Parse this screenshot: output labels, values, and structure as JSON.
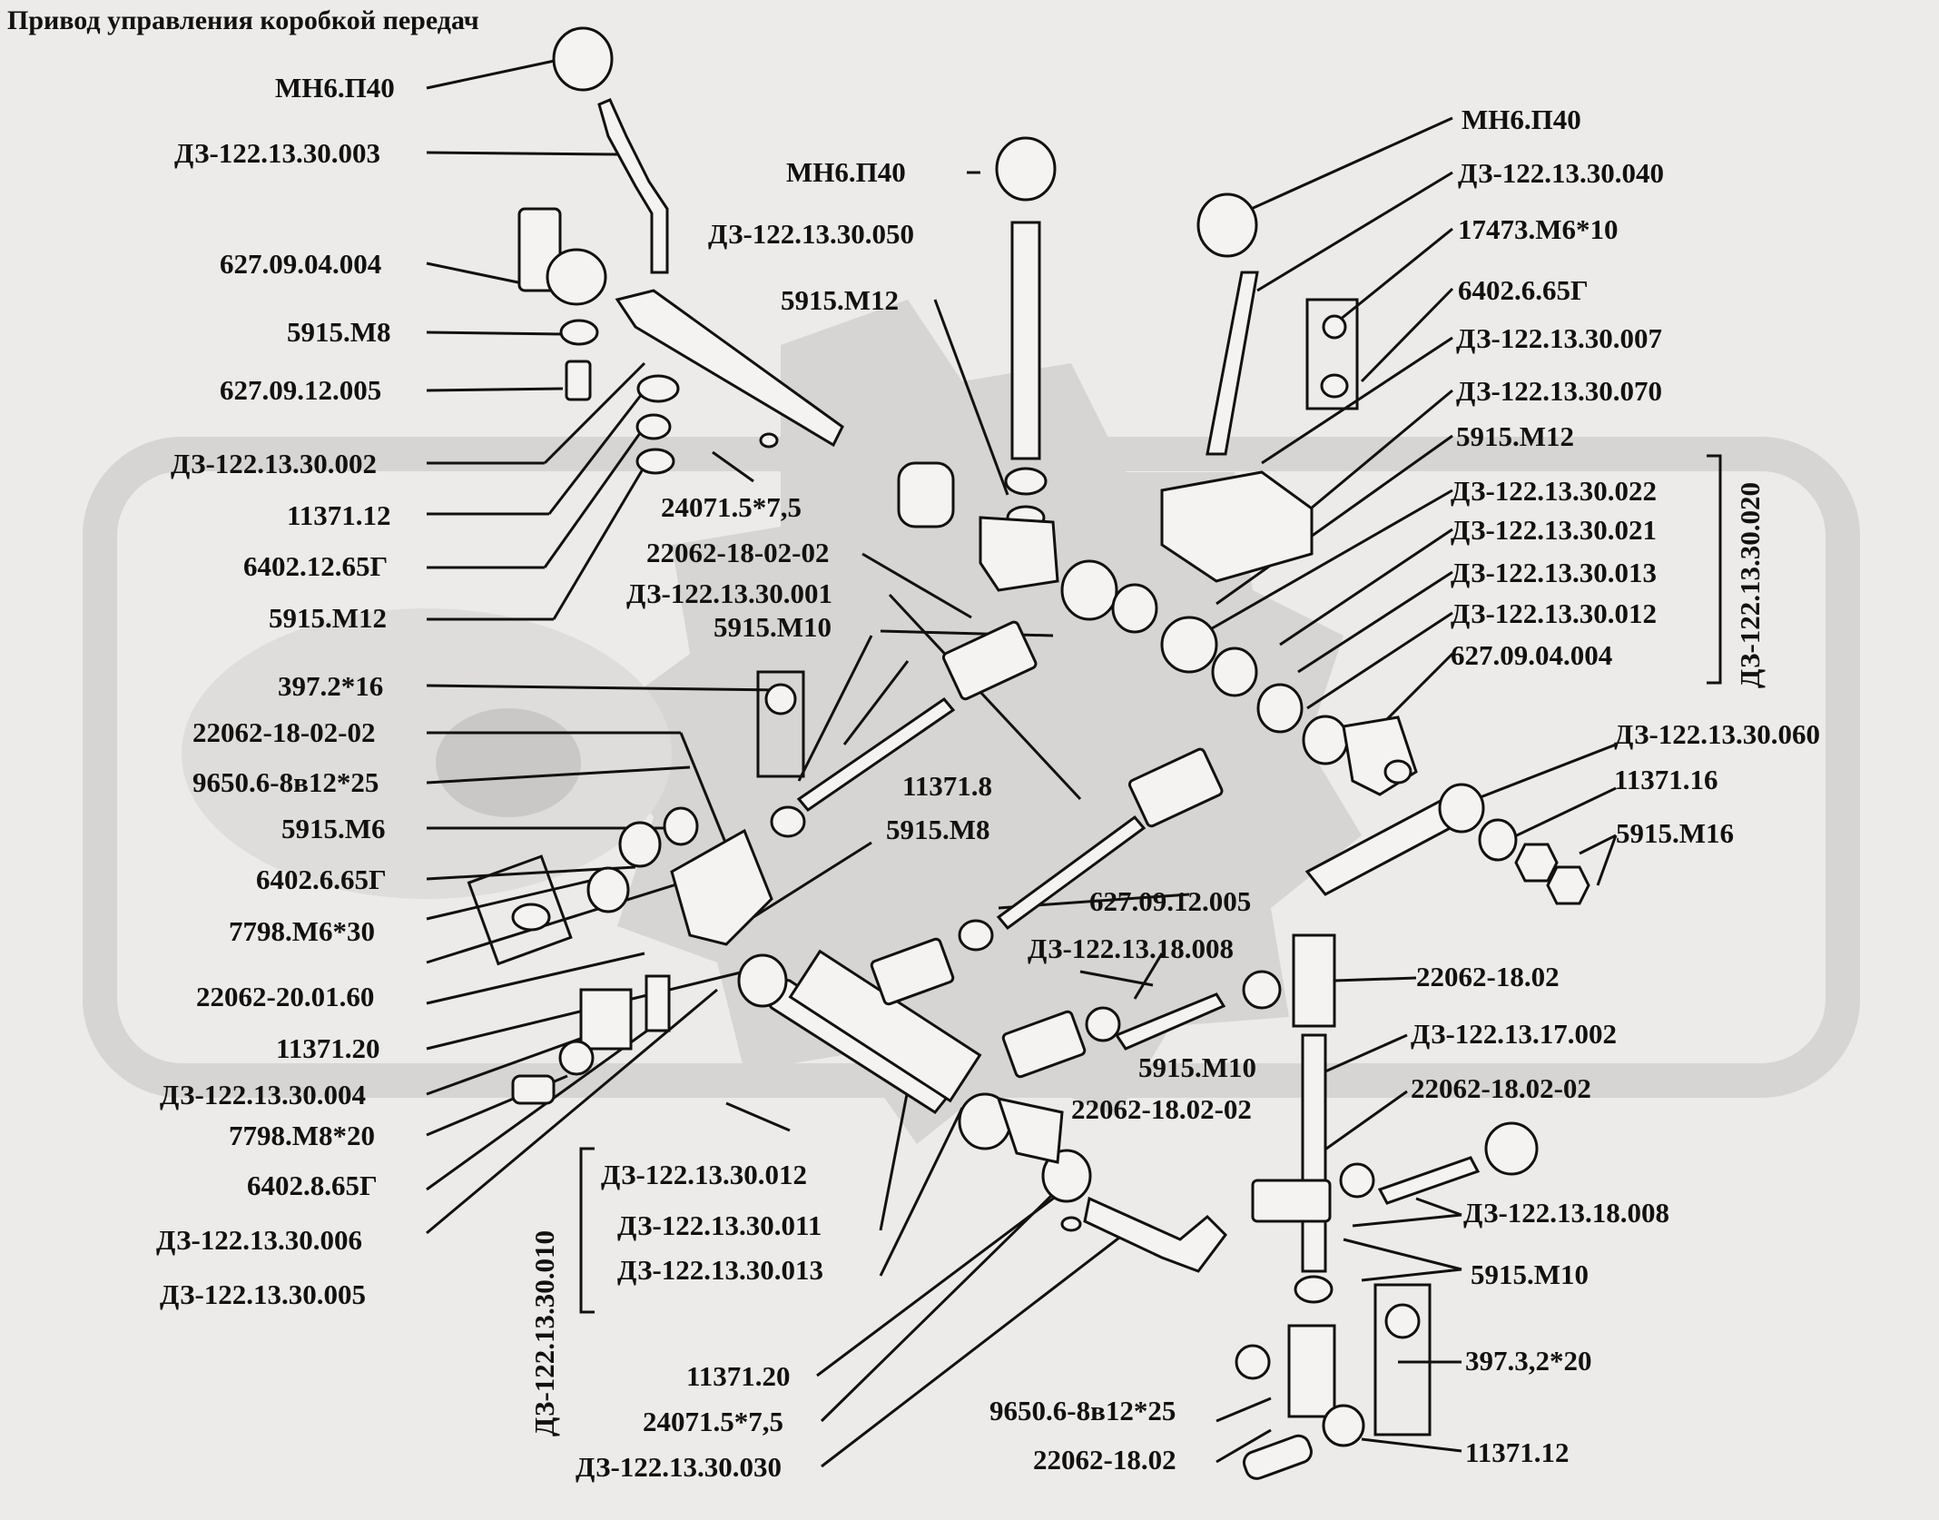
{
  "title": "Привод управления коробкой передач",
  "labels": {
    "l01": "МН6.П40",
    "l02": "ДЗ-122.13.30.003",
    "l03": "627.09.04.004",
    "l04": "5915.М8",
    "l05": "627.09.12.005",
    "l06": "ДЗ-122.13.30.002",
    "l07": "11371.12",
    "l08": "6402.12.65Г",
    "l09": "5915.М12",
    "l10": "397.2*16",
    "l11": "22062-18-02-02",
    "l12": "9650.6-8в12*25",
    "l13": "5915.М6",
    "l14": "6402.6.65Г",
    "l15": "7798.М6*30",
    "l16": "22062-20.01.60",
    "l17": "11371.20",
    "l18": "ДЗ-122.13.30.004",
    "l19": "7798.М8*20",
    "l20": "6402.8.65Г",
    "l21": "ДЗ-122.13.30.006",
    "l22": "ДЗ-122.13.30.005",
    "l23": "МН6.П40",
    "l24": "ДЗ-122.13.30.050",
    "l25": "5915.М12",
    "l26": "24071.5*7,5",
    "l27": "22062-18-02-02",
    "l28": "ДЗ-122.13.30.001",
    "l29": "5915.М10",
    "l30": "11371.8",
    "l31": "5915.М8",
    "l32": "627.09.12.005",
    "l33": "ДЗ-122.13.18.008",
    "l34": "5915.М10",
    "l35": "22062-18.02-02",
    "l36": "ДЗ-122.13.30.012",
    "l37": "ДЗ-122.13.30.011",
    "l38": "ДЗ-122.13.30.013",
    "l39": "11371.20",
    "l40": "24071.5*7,5",
    "l41": "ДЗ-122.13.30.030",
    "l42": "МН6.П40",
    "l43": "ДЗ-122.13.30.040",
    "l44": "17473.М6*10",
    "l45": "6402.6.65Г",
    "l46": "ДЗ-122.13.30.007",
    "l47": "ДЗ-122.13.30.070",
    "l48": "5915.М12",
    "l49": "ДЗ-122.13.30.022",
    "l50": "ДЗ-122.13.30.021",
    "l51": "ДЗ-122.13.30.013",
    "l52": "ДЗ-122.13.30.012",
    "l53": "627.09.04.004",
    "l54": "ДЗ-122.13.30.060",
    "l55": "11371.16",
    "l56": "5915.М16",
    "l57": "22062-18.02",
    "l58": "ДЗ-122.13.17.002",
    "l59": "22062-18.02-02",
    "l60": "ДЗ-122.13.18.008",
    "l61": "5915.М10",
    "l62": "397.3,2*20",
    "l63": "9650.6-8в12*25",
    "l64": "22062-18.02",
    "l65": "11371.12"
  },
  "groups": {
    "g1": "ДЗ-122.13.30.020",
    "g2": "ДЗ-122.13.30.010"
  }
}
